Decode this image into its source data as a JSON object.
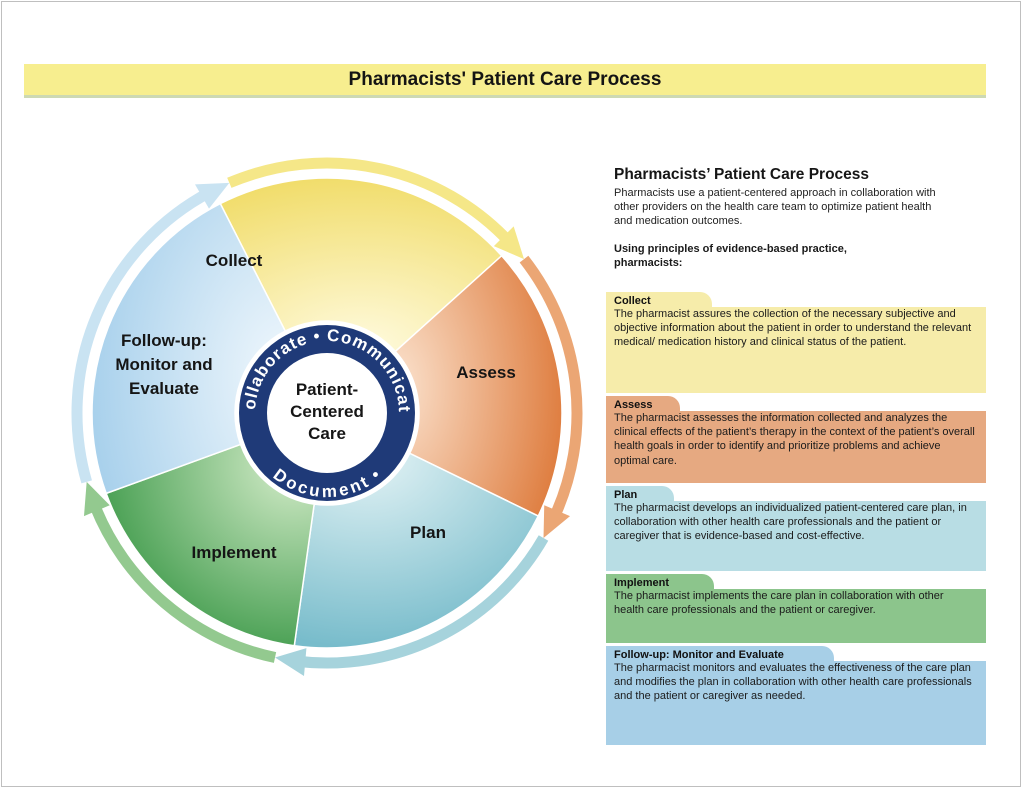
{
  "banner": {
    "title": "Pharmacists' Patient Care Process"
  },
  "wheel": {
    "segments": [
      {
        "label_lines": [
          "Collect"
        ]
      },
      {
        "label_lines": [
          "Assess"
        ]
      },
      {
        "label_lines": [
          "Plan"
        ]
      },
      {
        "label_lines": [
          "Implement"
        ]
      },
      {
        "label_lines": [
          "Follow-up:",
          "Monitor and",
          "Evaluate"
        ]
      }
    ],
    "center_lines": [
      "Patient-",
      "Centered",
      "Care"
    ],
    "ring_text": {
      "top": "Collaborate • Communicate",
      "bottom": "Document •"
    },
    "colors": {
      "collect": "#f3e27a",
      "assess": "#e28a52",
      "plan": "#8ec7d2",
      "implement": "#4fa556",
      "follow": "#bcdcef",
      "hub": "#1f3a78"
    }
  },
  "panel": {
    "title": "Pharmacists’ Patient Care Process",
    "intro": "Pharmacists use a patient-centered approach in collaboration with other providers on the health care team to optimize patient health and medication outcomes.",
    "principles": "Using principles of evidence-based practice, pharmacists:",
    "steps": [
      {
        "title": "Collect",
        "text": "The pharmacist assures the collection of the necessary subjective and objective information about the patient in order to understand the relevant medical/ medication history and clinical status of the patient."
      },
      {
        "title": "Assess",
        "text": "The pharmacist assesses the information collected and analyzes the clinical effects of the patient’s therapy in the context of the patient’s overall health goals in order to identify and prioritize problems and achieve optimal care."
      },
      {
        "title": "Plan",
        "text": "The pharmacist develops an individualized patient-centered care plan, in collaboration with other health care professionals and the patient or caregiver that is evidence-based and cost-effective."
      },
      {
        "title": "Implement",
        "text": "The pharmacist implements the care plan in collaboration with other health care professionals and the patient or caregiver."
      },
      {
        "title": "Follow-up: Monitor and Evaluate",
        "text": "The pharmacist monitors and evaluates the effectiveness of the care plan and modifies the plan in collaboration with other health care professionals and the patient or caregiver as needed."
      }
    ]
  }
}
